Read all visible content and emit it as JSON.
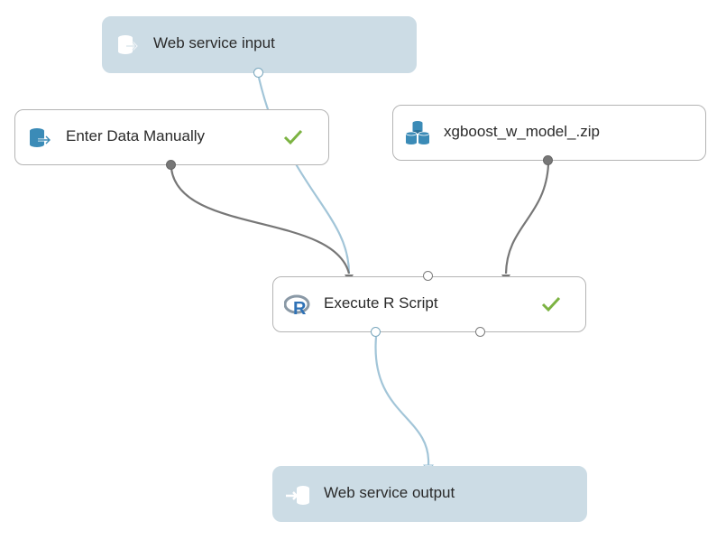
{
  "canvas": {
    "nodes": {
      "web_service_input": {
        "label": "Web service input",
        "icon": "web-service-input-icon"
      },
      "enter_data_manually": {
        "label": "Enter Data Manually",
        "icon": "dataset-export-icon",
        "status": "completed"
      },
      "xgboost_zip": {
        "label": "xgboost_w_model_.zip",
        "icon": "stacked-cylinders-icon"
      },
      "execute_r_script": {
        "label": "Execute R Script",
        "icon": "r-logo-icon",
        "status": "completed"
      },
      "web_service_output": {
        "label": "Web service output",
        "icon": "web-service-output-icon"
      }
    },
    "colors": {
      "service_node_bg": "#ccdce5",
      "module_border": "#b4b4b4",
      "blue_connector": "#a2c5d8",
      "gray_connector": "#777777",
      "check_green": "#7cb342",
      "icon_blue": "#3b8bb7"
    }
  }
}
